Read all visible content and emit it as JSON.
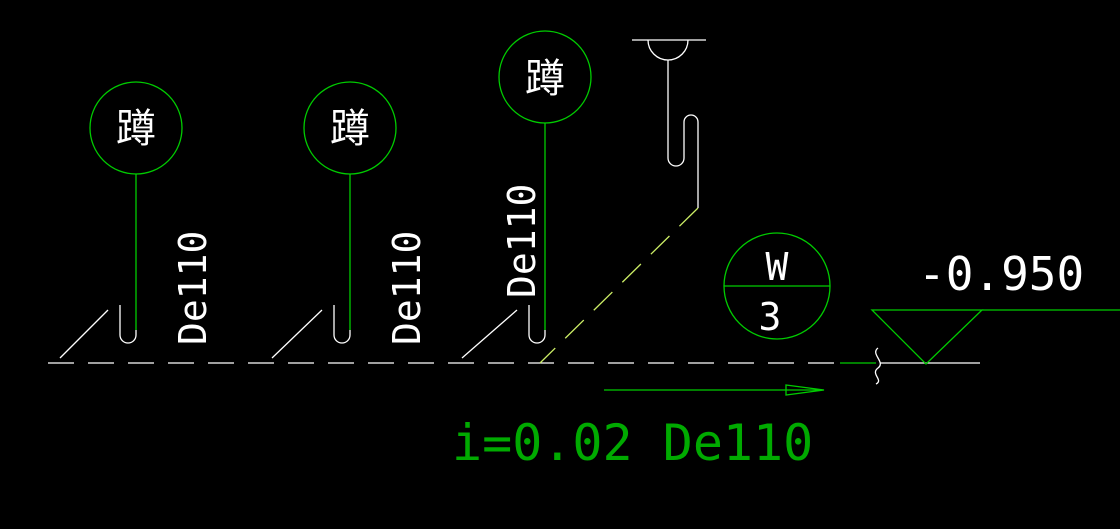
{
  "fixtures": [
    {
      "label": "蹲",
      "pipe_size": "De110"
    },
    {
      "label": "蹲",
      "pipe_size": "De110"
    },
    {
      "label": "蹲",
      "pipe_size": "De110"
    }
  ],
  "manhole": {
    "top": "W",
    "bottom": "3"
  },
  "elevation": "-0.950",
  "slope_annotation": "i=0.02 De110",
  "colors": {
    "background": "#000000",
    "pipe_white": "#ffffff",
    "symbol_green": "#00cc00",
    "pipe_yellow_green": "#ccee66",
    "annotation_green": "#00aa00"
  }
}
